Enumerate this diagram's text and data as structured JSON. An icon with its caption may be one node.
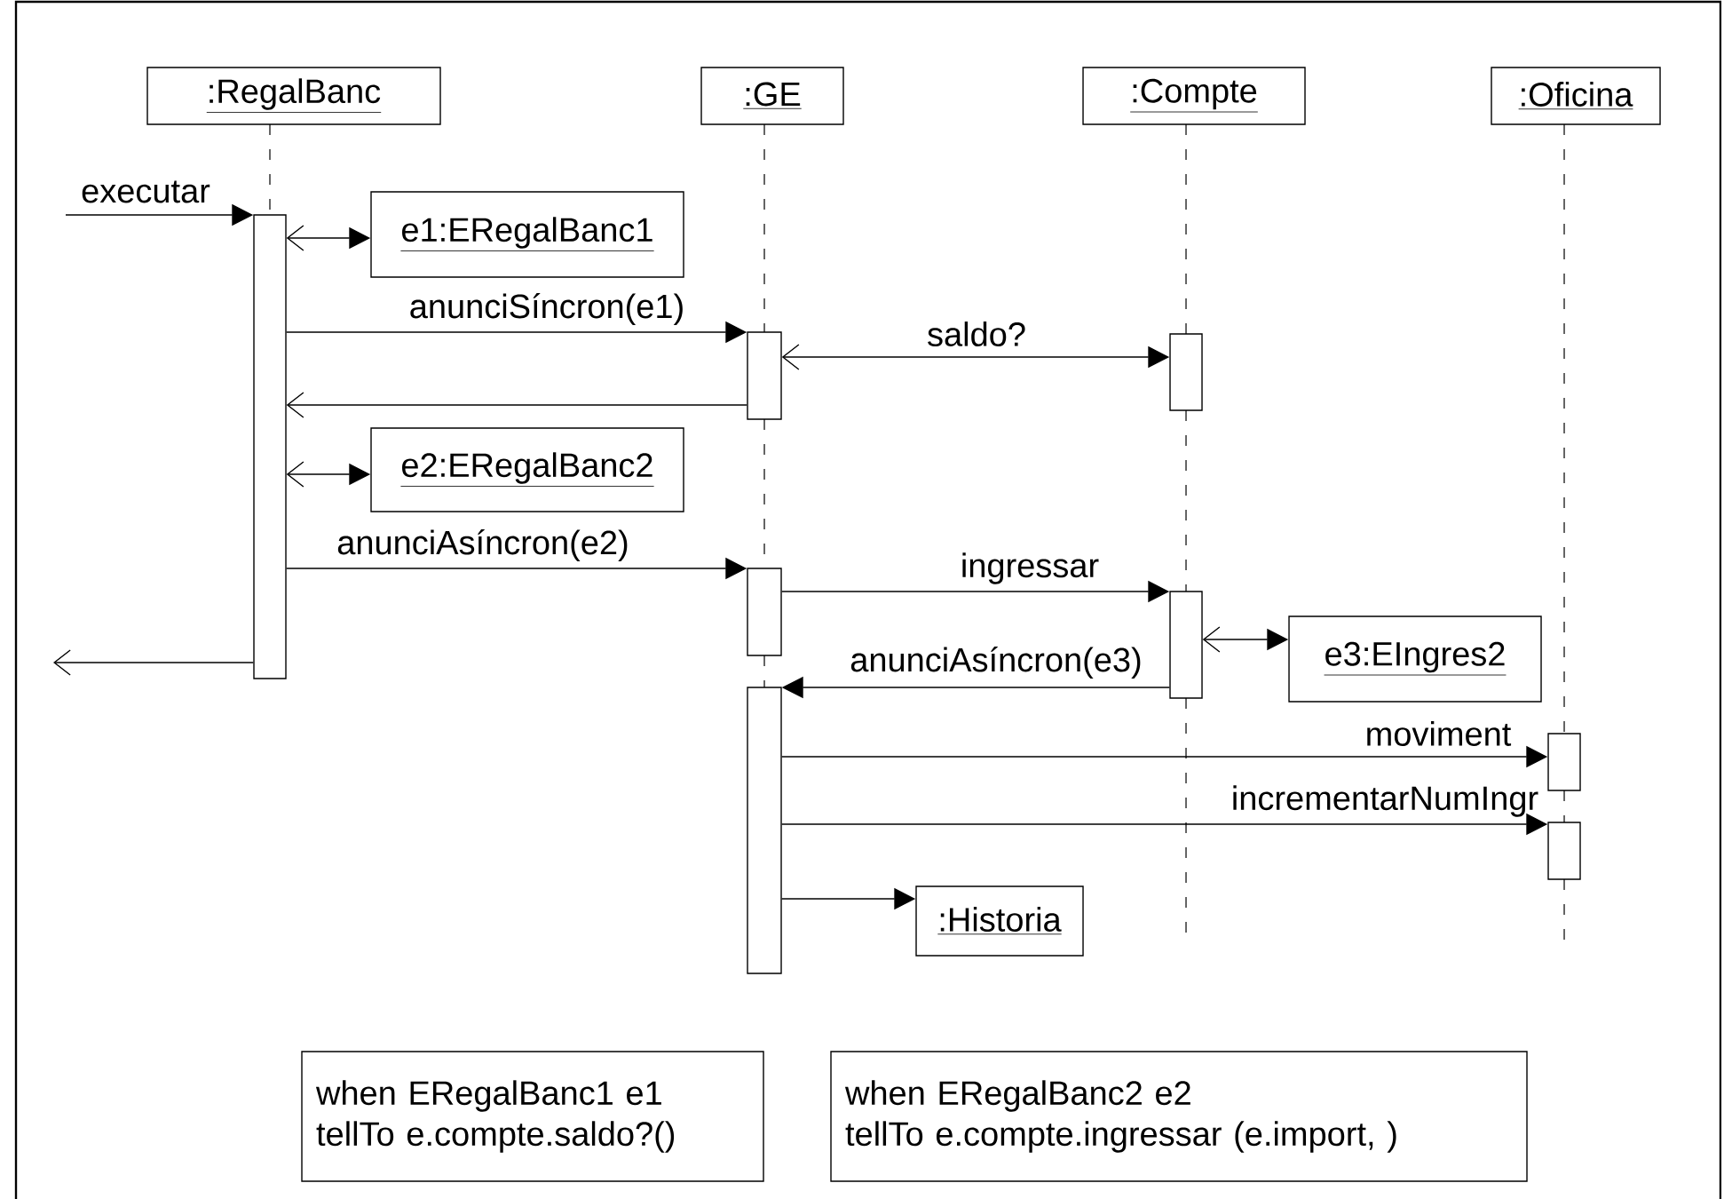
{
  "diagram": {
    "nodes": [
      {
        "text": [
          ":RegalBanc"
        ]
      },
      {
        "text": [
          ":GE"
        ]
      },
      {
        "text": [
          ":Compte"
        ]
      },
      {
        "text": [
          ":Oficina"
        ]
      },
      {
        "text": [],
        "shape": "bar"
      },
      {
        "text": [
          "e1:ERegalBanc1"
        ]
      },
      {
        "text": [],
        "shape": "bar"
      },
      {
        "text": [],
        "shape": "bar"
      },
      {
        "text": [
          "e2:ERegalBanc2"
        ]
      },
      {
        "text": [],
        "shape": "bar"
      },
      {
        "text": [],
        "shape": "bar"
      },
      {
        "text": [
          "e3:EIngres2"
        ]
      },
      {
        "text": [],
        "shape": "bar"
      },
      {
        "text": [],
        "shape": "bar"
      },
      {
        "text": [],
        "shape": "bar"
      },
      {
        "text": [
          ":Historia"
        ]
      },
      {
        "text": [
          "when ERegalBanc1 e1",
          "tellTo e.compte.saldo?()"
        ]
      },
      {
        "text": [
          "when ERegalBanc2 e2",
          "tellTo e.compte.ingressar (e.import, )"
        ]
      }
    ],
    "edges": [
      {
        "from": null,
        "to": 4,
        "arrow": "to",
        "label": "executar"
      },
      {
        "from": 4,
        "to": 5,
        "arrow": "both"
      },
      {
        "from": 4,
        "to": 6,
        "arrow": "to",
        "label": "anunciSíncron(e1)"
      },
      {
        "from": 6,
        "to": 7,
        "arrow": "both",
        "label": "saldo?"
      },
      {
        "from": 6,
        "to": 4,
        "arrow": "to"
      },
      {
        "from": 4,
        "to": 8,
        "arrow": "both"
      },
      {
        "from": 4,
        "to": 9,
        "arrow": "to",
        "label": "anunciAsíncron(e2)"
      },
      {
        "from": 9,
        "to": 10,
        "arrow": "to",
        "label": "ingressar"
      },
      {
        "from": 10,
        "to": 11,
        "arrow": "both"
      },
      {
        "from": 10,
        "to": 12,
        "arrow": "to",
        "label": "anunciAsíncron(e3)"
      },
      {
        "from": 4,
        "to": null,
        "arrow": "to"
      },
      {
        "from": 12,
        "to": 13,
        "arrow": "to",
        "label": "moviment"
      },
      {
        "from": 12,
        "to": 14,
        "arrow": "to",
        "label": "incrementarNumIngr"
      },
      {
        "from": 12,
        "to": 15,
        "arrow": "to"
      },
      {
        "from": 0,
        "to": 4,
        "arrow": "none",
        "style": "dashed"
      },
      {
        "from": 1,
        "to": 6,
        "arrow": "none",
        "style": "dashed"
      },
      {
        "from": 6,
        "to": 9,
        "arrow": "none",
        "style": "dashed"
      },
      {
        "from": 9,
        "to": 12,
        "arrow": "none",
        "style": "dashed"
      },
      {
        "from": 2,
        "to": 7,
        "arrow": "none",
        "style": "dashed"
      },
      {
        "from": 7,
        "to": 10,
        "arrow": "none",
        "style": "dashed"
      },
      {
        "from": 10,
        "to": null,
        "arrow": "none",
        "style": "dashed"
      },
      {
        "from": 3,
        "to": 13,
        "arrow": "none",
        "style": "dashed"
      },
      {
        "from": 13,
        "to": 14,
        "arrow": "none",
        "style": "dashed"
      },
      {
        "from": 14,
        "to": null,
        "arrow": "none",
        "style": "dashed"
      }
    ]
  }
}
